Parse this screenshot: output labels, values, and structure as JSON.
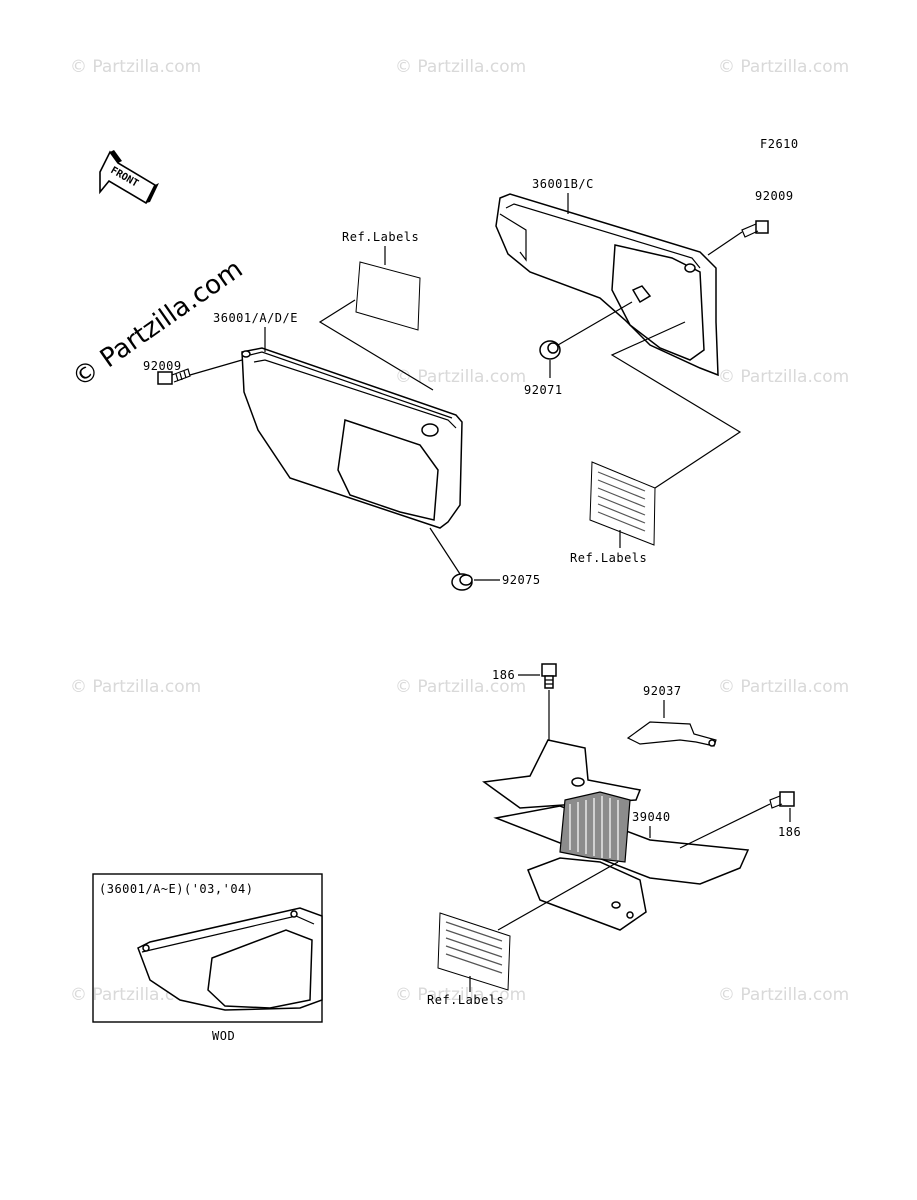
{
  "figure_code": "F2610",
  "front_arrow_label": "FRONT",
  "watermark": {
    "brand": "© Partzilla.com",
    "repeat_text": "© Partzilla.com"
  },
  "callouts": {
    "side_cover_right": "36001B/C",
    "bolt_upper_right": "92009",
    "ref_labels_top_left": "Ref.Labels",
    "side_cover_left": "36001/A/D/E",
    "bolt_left": "92009",
    "grommet_right": "92071",
    "ref_labels_right": "Ref.Labels",
    "grommet_left": "92075",
    "bolt_186_top": "186",
    "clamp": "92037",
    "heat_guard": "39040",
    "bolt_186_right": "186",
    "ref_labels_bottom": "Ref.Labels"
  },
  "inset": {
    "title": "(36001/A~E)('03,'04)",
    "caption": "WOD"
  }
}
